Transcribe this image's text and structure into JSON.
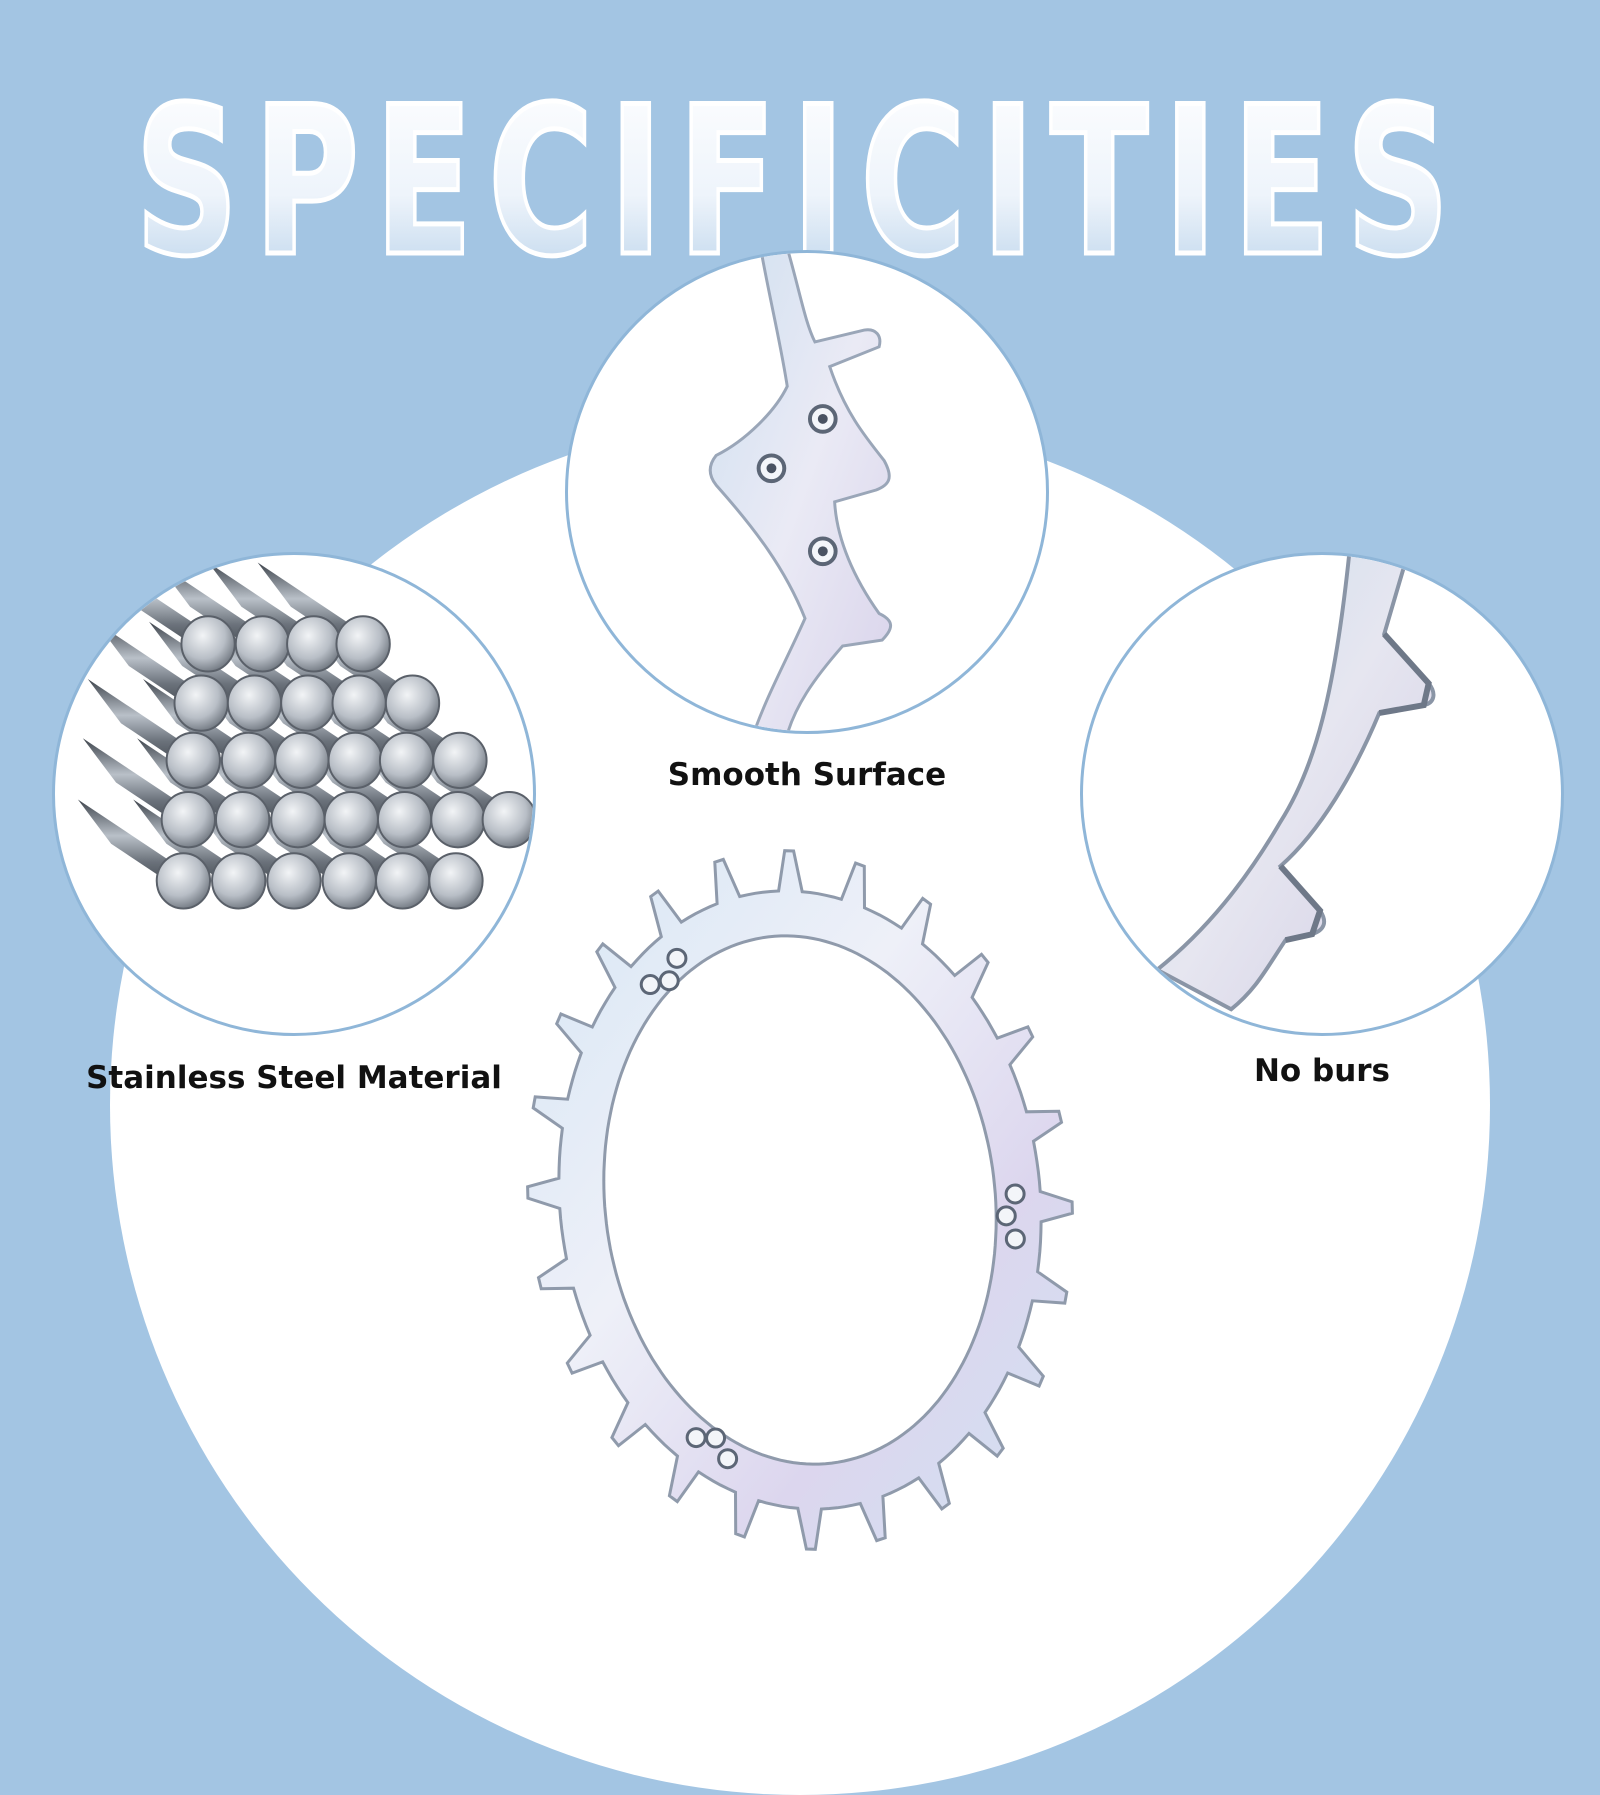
{
  "headline": {
    "text": "SPECIFICITIES"
  },
  "features": [
    {
      "label": "Smooth Surface",
      "icon": "bracket-closeup-icon"
    },
    {
      "label": "Stainless Steel Material",
      "icon": "steel-rods-icon"
    },
    {
      "label": "No burs",
      "icon": "edge-closeup-icon"
    }
  ],
  "product": {
    "icon": "spiked-wheel-ring-icon",
    "teeth": 24
  },
  "colors": {
    "background": "#a3c5e3",
    "circle": "#ffffff",
    "metal": "#dfe6f2",
    "text": "#111111"
  }
}
